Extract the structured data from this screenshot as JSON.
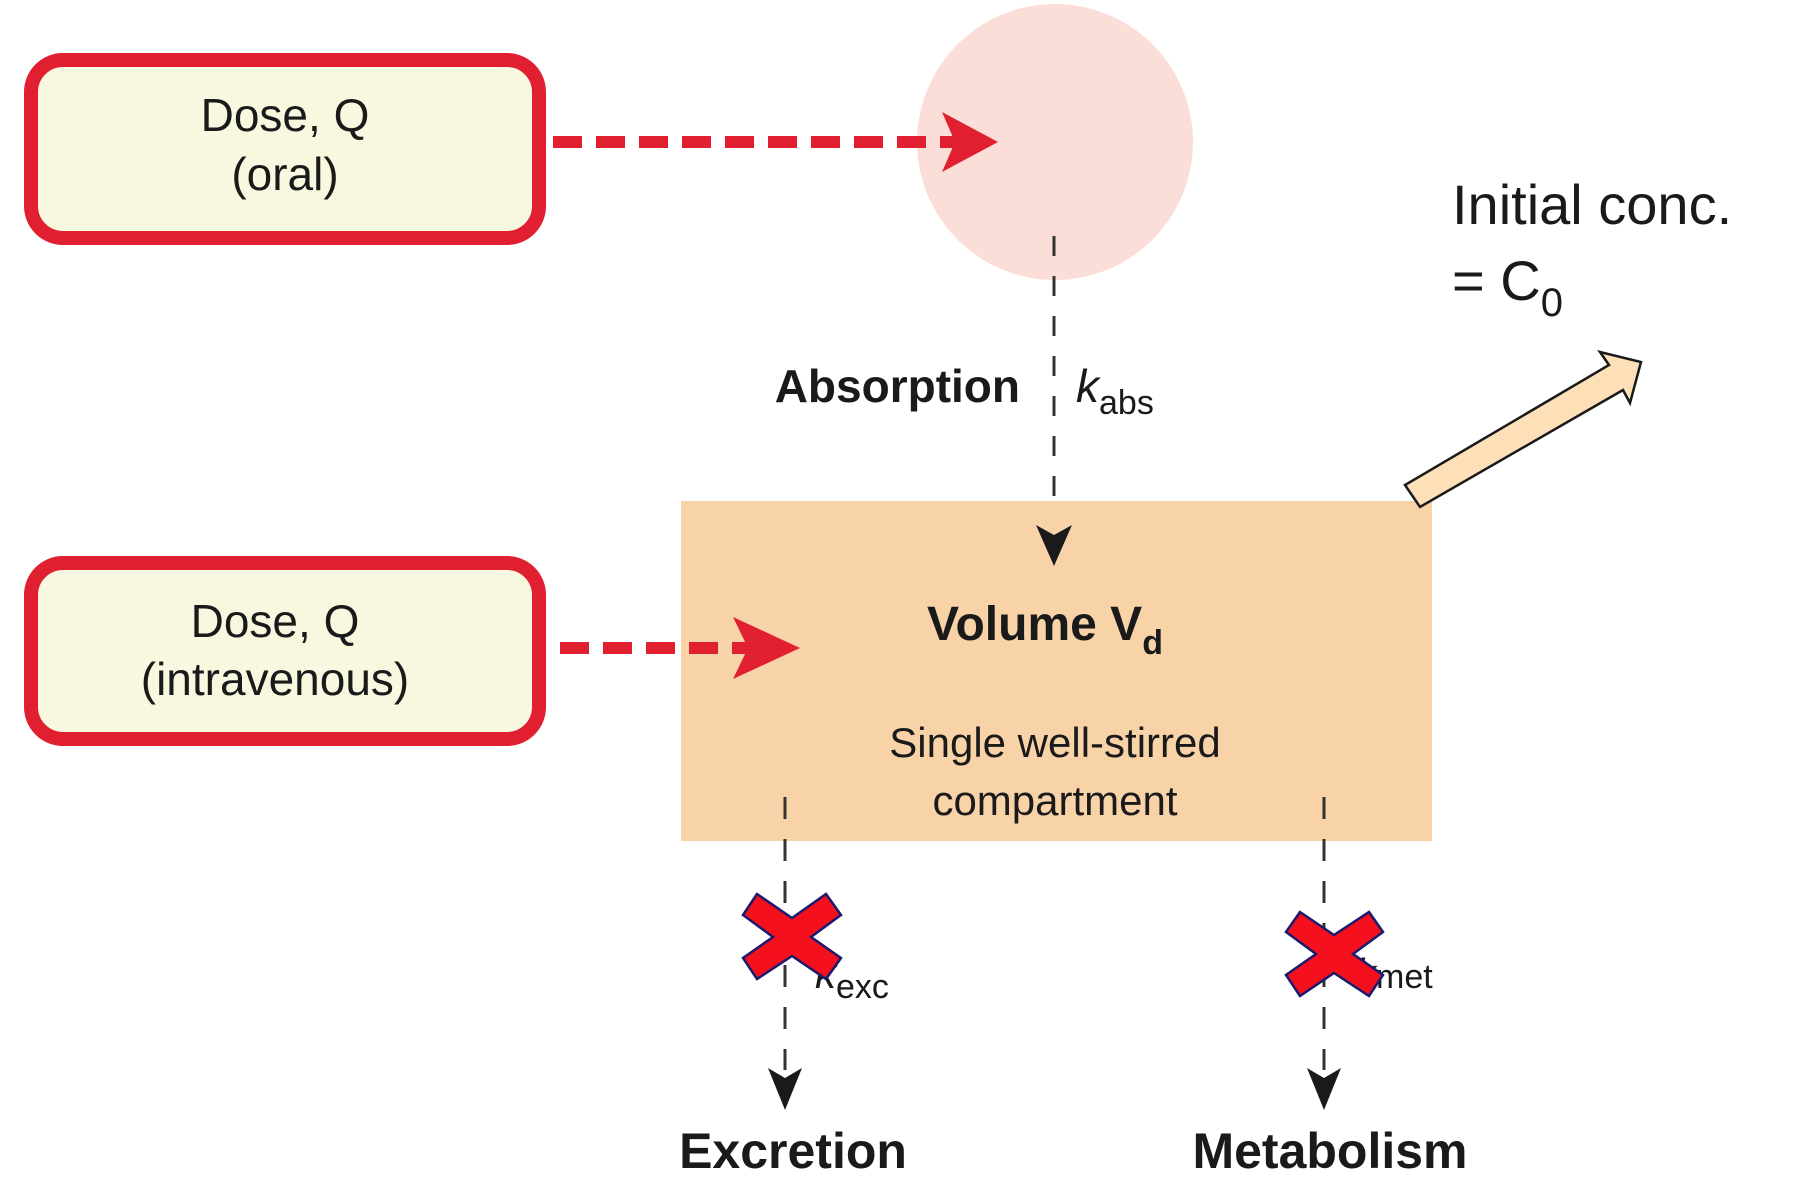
{
  "diagram": {
    "title": "One-compartment pharmacokinetic model",
    "colors": {
      "dose_border": "#e02030",
      "dose_fill": "#f8f8e0",
      "gut_fill": "#fbded8",
      "compartment_fill": "#f9d3a8",
      "output_arrow_fill": "#fde0b8",
      "red_arrow": "#e02030",
      "cross_fill": "#f5101e",
      "cross_stroke": "#1a1a6e",
      "text": "#1a1a1a"
    },
    "dose_oral": {
      "line1": "Dose, Q",
      "line2": "(oral)"
    },
    "dose_iv": {
      "line1": "Dose, Q",
      "line2": "(intravenous)"
    },
    "absorption": {
      "label": "Absorption",
      "rate_symbol": "k",
      "rate_subscript": "abs"
    },
    "compartment": {
      "title_main": "Volume V",
      "title_subscript": "d",
      "desc_line1": "Single well-stirred",
      "desc_line2": "compartment"
    },
    "initial_conc": {
      "line1": "Initial conc.",
      "line2_prefix": "= C",
      "line2_subscript": "0"
    },
    "excretion": {
      "label": "Excretion",
      "rate_symbol": "k",
      "rate_subscript": "exc",
      "blocked": true
    },
    "metabolism": {
      "label": "Metabolism",
      "rate_symbol": "k",
      "rate_subscript": "met",
      "blocked": true
    }
  }
}
